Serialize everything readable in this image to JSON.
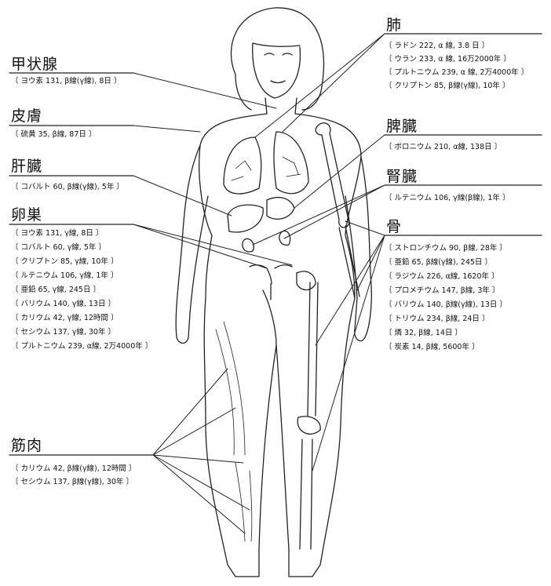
{
  "organs": {
    "lung": {
      "name": "肺",
      "items": [
        "〔 ラドン 222, α 線, 3.8 日 〕",
        "〔 ウラン 233, α 線, 16万2000年 〕",
        "〔 プルトニウム 239, α 線, 2万4000年 〕",
        "〔 クリプトン 85, β線(γ線), 10年 〕"
      ]
    },
    "thyroid": {
      "name": "甲状腺",
      "items": [
        "〔 ヨウ素 131, β線(γ線), 8日 〕"
      ]
    },
    "skin": {
      "name": "皮膚",
      "items": [
        "〔 硫黄 35, β線, 87日 〕"
      ]
    },
    "liver": {
      "name": "肝臓",
      "items": [
        "〔 コバルト 60, β線(γ線), 5年 〕"
      ]
    },
    "spleen": {
      "name": "脾臓",
      "items": [
        "〔 ポロニウム 210, α線, 138日 〕"
      ]
    },
    "kidney": {
      "name": "腎臓",
      "items": [
        "〔 ルテニウム 106, γ線(β線), 1年 〕"
      ]
    },
    "ovary": {
      "name": "卵巣",
      "items": [
        "〔 ヨウ素 131, γ線, 8日 〕",
        "〔 コバルト 60, γ線, 5年 〕",
        "〔 クリプトン 85, γ線, 10年 〕",
        "〔 ルテニウム 106, γ線, 1年 〕",
        "〔 亜鉛 65, γ線, 245日 〕",
        "〔 バリウム 140, γ線, 13日 〕",
        "〔 カリウム 42, γ線, 12時間 〕",
        "〔 セシウム 137, γ線, 30年 〕",
        "〔 プルトニウム 239, α線, 2万4000年 〕"
      ]
    },
    "bone": {
      "name": "骨",
      "items": [
        "〔 ストロンチウム 90, β線, 28年 〕",
        "〔 亜鉛 65, β線(γ線), 245日 〕",
        "〔 ラジウム 226, α線, 1620年 〕",
        "〔 プロメチウム 147, β線, 3年 〕",
        "〔 バリウム 140, β線(γ線), 13日 〕",
        "〔 トリウム 234, β線, 24日 〕",
        "〔 燐 32, β線, 14日 〕",
        "〔 炭素 14, β線, 5600年 〕"
      ]
    },
    "muscle": {
      "name": "筋肉",
      "items": [
        "〔 カリウム 42, β線(γ線), 12時間 〕",
        "〔 セシウム 137, β線(γ線), 30年 〕"
      ]
    }
  }
}
